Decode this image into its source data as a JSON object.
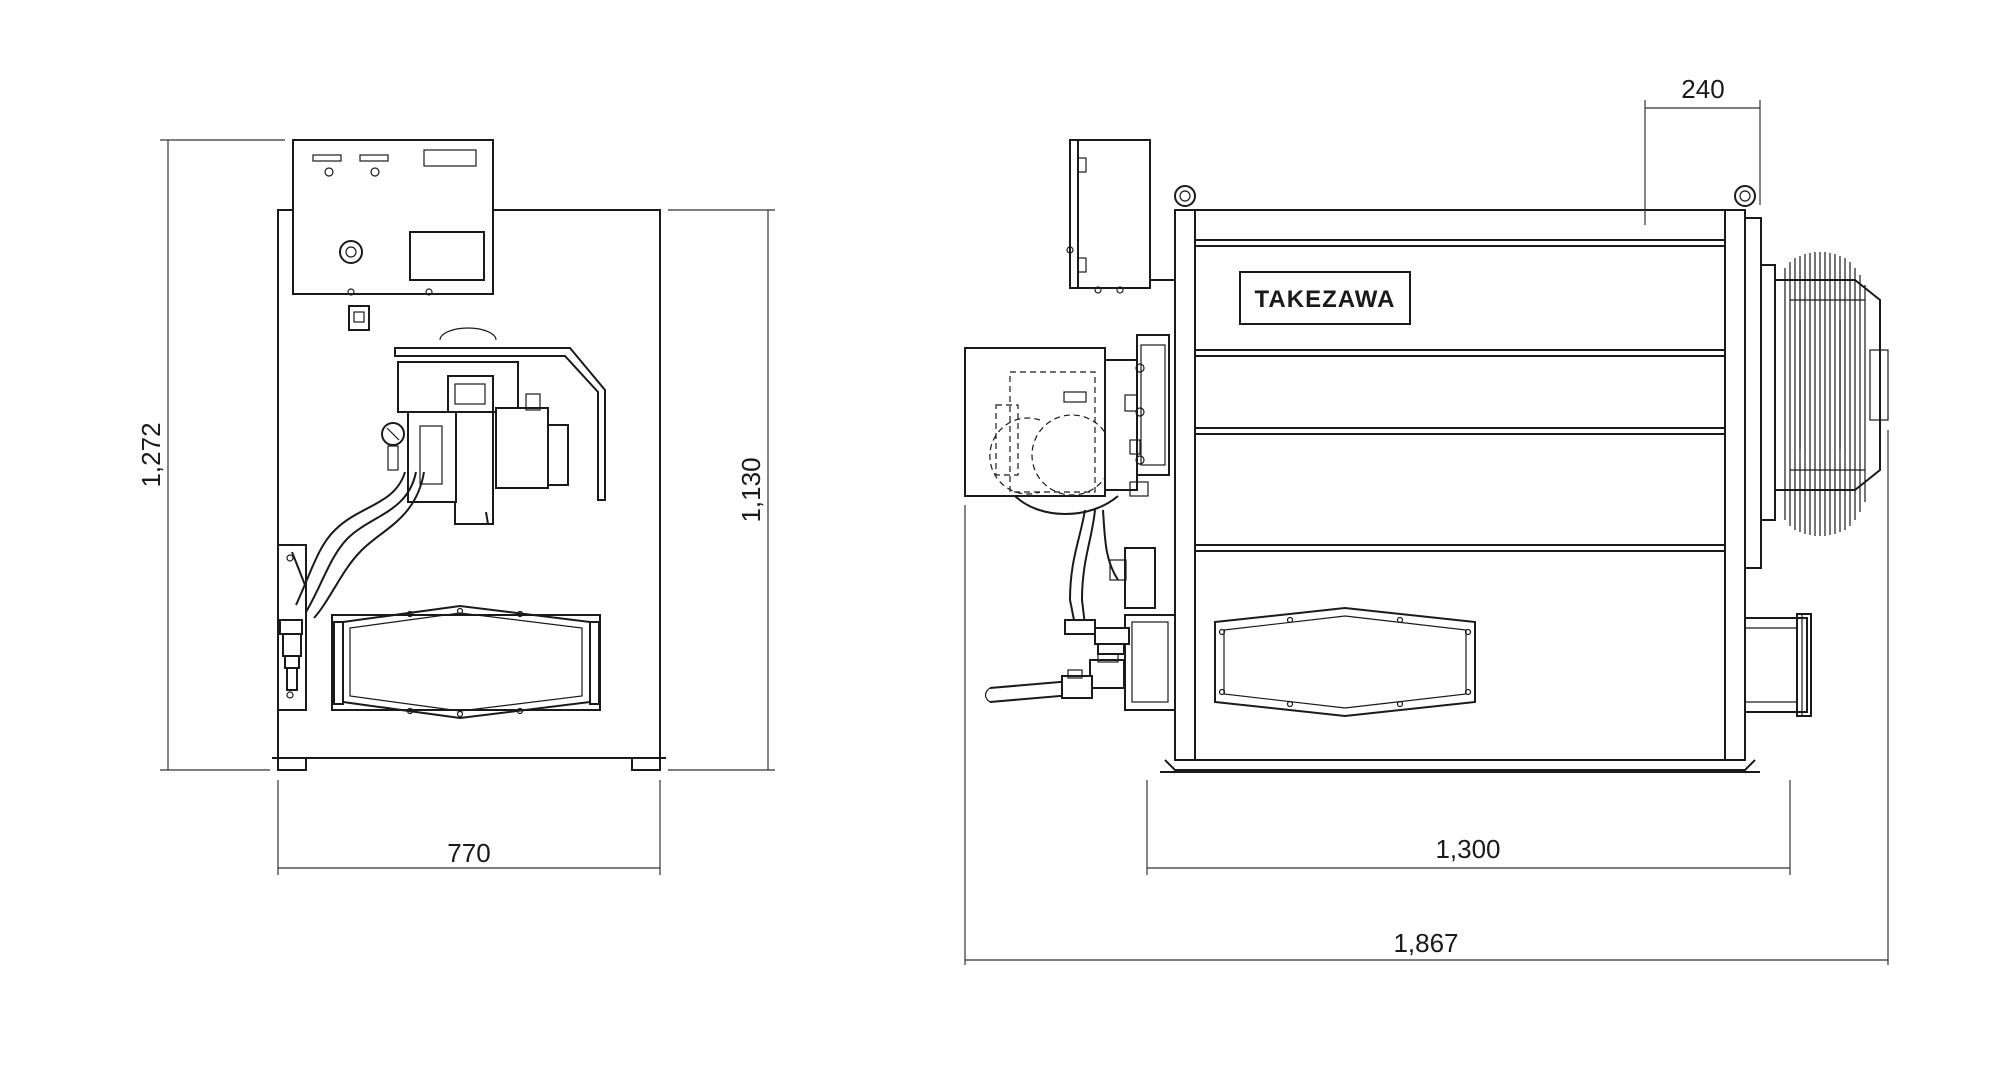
{
  "brand": {
    "logo_text": "TAKEZAWA"
  },
  "dimensions": {
    "front_total_height": "1,272",
    "front_body_height": "1,130",
    "front_width": "770",
    "side_fan_depth": "240",
    "side_body_length": "1,300",
    "side_total_length": "1,867"
  }
}
